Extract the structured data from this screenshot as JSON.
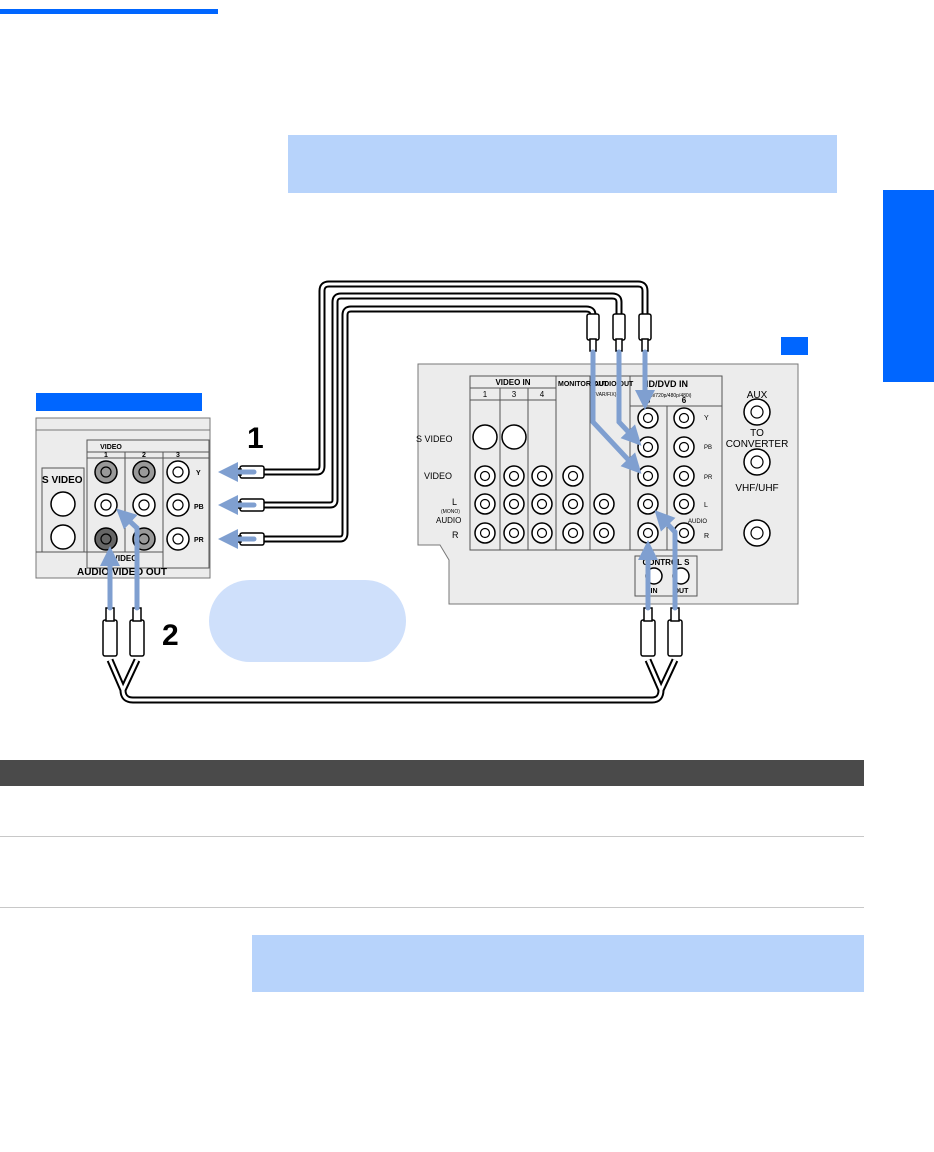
{
  "colors": {
    "accent": "#0066ff",
    "note_fill": "#b7d3fb",
    "oval_fill": "#cfe0fb",
    "arrow": "#7f9fd0",
    "table_header": "#4a4a4a"
  },
  "steps": {
    "one": "1",
    "two": "2"
  },
  "source_panel": {
    "s_video": "S VIDEO",
    "video": "VIDEO",
    "col_1": "1",
    "col_2": "2",
    "col_3": "3",
    "y": "Y",
    "pb": "PB",
    "pr": "PR",
    "video_bottom": "VIDEO",
    "footer": "AUDIO/VIDEO OUT"
  },
  "tv_panel": {
    "video_in": "VIDEO IN",
    "col_1": "1",
    "col_3": "3",
    "col_4": "4",
    "monitor_out": "MONITOR OUT",
    "audio_out": "AUDIO OUT",
    "audio_out_sub": "(VAR/FIX)",
    "hd_dvd_in": "HD/DVD IN",
    "hd_dvd_sub": "(1080i/720p/480p/480i)",
    "col_5": "5",
    "col_6": "6",
    "y": "Y",
    "pb": "PB",
    "pr": "PR",
    "l": "L",
    "audio": "AUDIO",
    "r": "R",
    "s_video": "S VIDEO",
    "video": "VIDEO",
    "mono": "(MONO)",
    "control_s": "CONTROL S",
    "in": "IN",
    "out": "OUT",
    "aux": "AUX",
    "to": "TO",
    "converter": "CONVERTER",
    "vhf_uhf": "VHF/UHF"
  }
}
